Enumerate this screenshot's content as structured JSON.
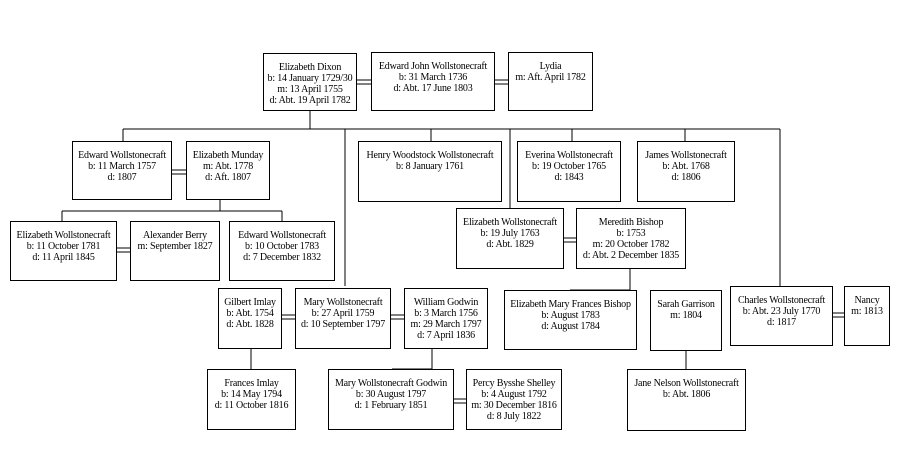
{
  "people": {
    "elizabeth_dixon": {
      "name": "Elizabeth Dixon",
      "lines": [
        "b: 14 January 1729/30",
        "m: 13 April 1755",
        "d: Abt. 19 April 1782"
      ]
    },
    "edward_john": {
      "name": "Edward John Wollstonecraft",
      "lines": [
        "b: 31 March 1736",
        "d: Abt. 17 June 1803"
      ]
    },
    "lydia": {
      "name": "Lydia",
      "lines": [
        "m: Aft. April 1782"
      ]
    },
    "edward_w": {
      "name": "Edward Wollstonecraft",
      "lines": [
        "b: 11 March 1757",
        "d: 1807"
      ]
    },
    "elizabeth_munday": {
      "name": "Elizabeth Munday",
      "lines": [
        "m: Abt. 1778",
        "d: Aft. 1807"
      ]
    },
    "henry_woodstock": {
      "name": "Henry Woodstock Wollstonecraft",
      "lines": [
        "b: 8 January 1761"
      ]
    },
    "everina": {
      "name": "Everina Wollstonecraft",
      "lines": [
        "b: 19 October 1765",
        "d: 1843"
      ]
    },
    "james": {
      "name": "James Wollstonecraft",
      "lines": [
        "b: Abt. 1768",
        "d: 1806"
      ]
    },
    "elizabeth_w_1781": {
      "name": "Elizabeth Wollstonecraft",
      "lines": [
        "b: 11 October 1781",
        "d: 11 April 1845"
      ]
    },
    "alexander_berry": {
      "name": "Alexander Berry",
      "lines": [
        "m: September 1827"
      ]
    },
    "edward_w_1783": {
      "name": "Edward Wollstonecraft",
      "lines": [
        "b: 10 October 1783",
        "d: 7 December 1832"
      ]
    },
    "elizabeth_w_1763": {
      "name": "Elizabeth Wollstonecraft",
      "lines": [
        "b: 19 July 1763",
        "d: Abt. 1829"
      ]
    },
    "meredith_bishop": {
      "name": "Meredith Bishop",
      "lines": [
        "b: 1753",
        "m: 20 October 1782",
        "d: Abt. 2 December 1835"
      ]
    },
    "gilbert_imlay": {
      "name": "Gilbert Imlay",
      "lines": [
        "b: Abt. 1754",
        "d: Abt. 1828"
      ]
    },
    "mary_w": {
      "name": "Mary Wollstonecraft",
      "lines": [
        "b: 27 April 1759",
        "d: 10 September 1797"
      ]
    },
    "william_godwin": {
      "name": "William Godwin",
      "lines": [
        "b: 3 March 1756",
        "m: 29 March 1797",
        "d: 7 April 1836"
      ]
    },
    "elizabeth_mary_bishop": {
      "name": "Elizabeth Mary Frances Bishop",
      "lines": [
        "b: August 1783",
        "d: August 1784"
      ]
    },
    "sarah_garrison": {
      "name": "Sarah Garrison",
      "lines": [
        "m: 1804"
      ]
    },
    "charles_w": {
      "name": "Charles Wollstonecraft",
      "lines": [
        "b: Abt. 23 July 1770",
        "d: 1817"
      ]
    },
    "nancy": {
      "name": "Nancy",
      "lines": [
        "m: 1813"
      ]
    },
    "frances_imlay": {
      "name": "Frances Imlay",
      "lines": [
        "b: 14 May 1794",
        "d: 11 October 1816"
      ]
    },
    "mary_w_godwin": {
      "name": "Mary Wollstonecraft Godwin",
      "lines": [
        "b: 30 August 1797",
        "d: 1 February 1851"
      ]
    },
    "percy_shelley": {
      "name": "Percy Bysshe Shelley",
      "lines": [
        "b: 4 August 1792",
        "m: 30 December 1816",
        "d: 8 July 1822"
      ]
    },
    "jane_nelson": {
      "name": "Jane Nelson Wollstonecraft",
      "lines": [
        "b: Abt. 1806"
      ]
    }
  }
}
